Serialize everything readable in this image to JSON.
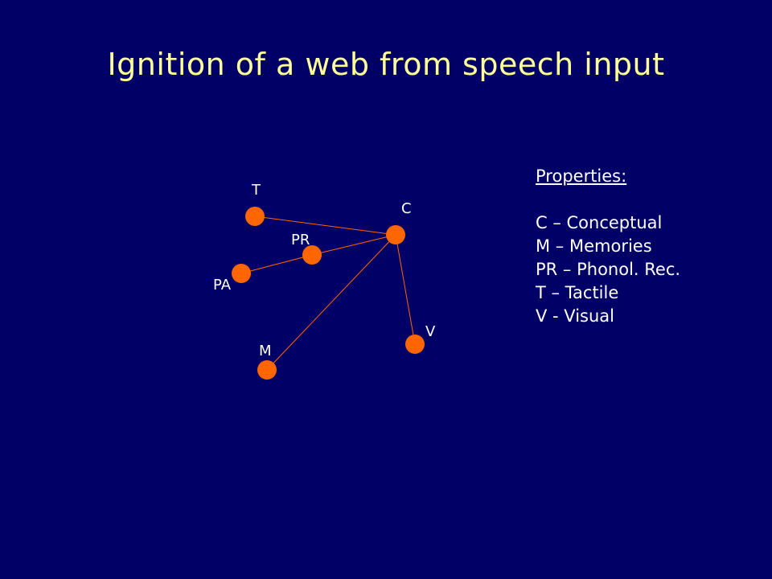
{
  "title": "Ignition of a web from speech input",
  "colors": {
    "background": "#000066",
    "title": "#ffff99",
    "node_fill": "#ff6600",
    "edge": "#ff6600",
    "text": "#ffffff"
  },
  "diagram": {
    "nodes": [
      {
        "id": "T",
        "label": "T"
      },
      {
        "id": "C",
        "label": "C"
      },
      {
        "id": "PR",
        "label": "PR"
      },
      {
        "id": "PA",
        "label": "PA"
      },
      {
        "id": "V",
        "label": "V"
      },
      {
        "id": "M",
        "label": "M"
      }
    ],
    "edges": [
      {
        "from": "T",
        "to": "C"
      },
      {
        "from": "PR",
        "to": "C"
      },
      {
        "from": "PA",
        "to": "PR"
      },
      {
        "from": "C",
        "to": "V"
      },
      {
        "from": "C",
        "to": "M"
      }
    ]
  },
  "properties": {
    "heading": "Properties:",
    "items": [
      "C – Conceptual",
      "M – Memories",
      "PR – Phonol. Rec.",
      "T – Tactile",
      "V - Visual"
    ]
  }
}
